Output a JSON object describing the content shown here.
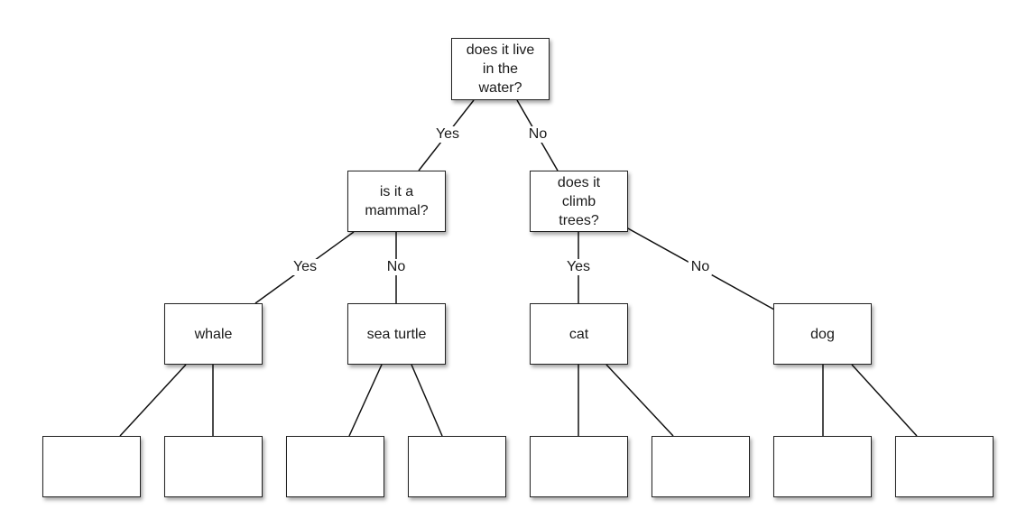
{
  "colors": {
    "line": "#111111",
    "box_border": "#222222",
    "background": "#ffffff"
  },
  "nodes": {
    "root": "does it live in the water?",
    "mammal_question": "is it a mammal?",
    "climb_question": "does it climb trees?",
    "whale": "whale",
    "sea_turtle": "sea turtle",
    "cat": "cat",
    "dog": "dog",
    "leaf_1": "",
    "leaf_2": "",
    "leaf_3": "",
    "leaf_4": "",
    "leaf_5": "",
    "leaf_6": "",
    "leaf_7": "",
    "leaf_8": ""
  },
  "edge_labels": {
    "root_yes": "Yes",
    "root_no": "No",
    "mammal_yes": "Yes",
    "mammal_no": "No",
    "climb_yes": "Yes",
    "climb_no": "No"
  }
}
